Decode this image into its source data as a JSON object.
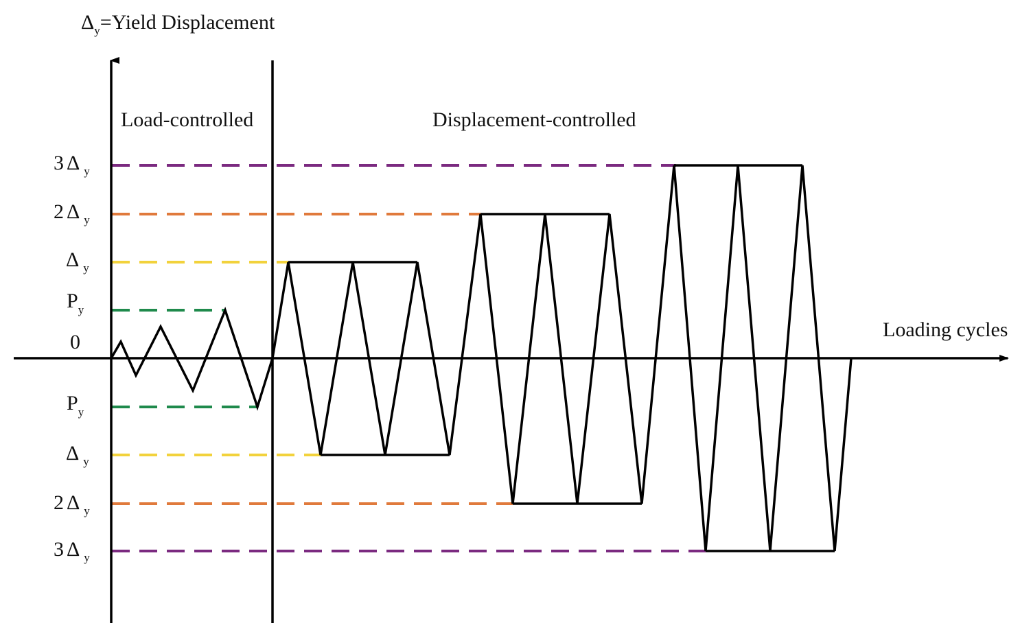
{
  "title": {
    "symbol": "Δ",
    "subscript": "y",
    "text": "=Yield Displacement"
  },
  "phases": {
    "load": "Load-controlled",
    "displacement": "Displacement-controlled"
  },
  "x_axis_label": "Loading cycles",
  "zero_label": "0",
  "y_labels": [
    {
      "key": "3dy_top",
      "prefix": "3",
      "symbol": "Δ",
      "subscript": "y",
      "level": 3,
      "color": "#7b2a80"
    },
    {
      "key": "2dy_top",
      "prefix": "2",
      "symbol": "Δ",
      "subscript": "y",
      "level": 2,
      "color": "#e07a3c"
    },
    {
      "key": "dy_top",
      "prefix": "",
      "symbol": "Δ",
      "subscript": "y",
      "level": 1,
      "color": "#f2d23c"
    },
    {
      "key": "py_top",
      "prefix": "",
      "symbol": "P",
      "subscript": "y",
      "level": 0.5,
      "color": "#1f8a4c"
    },
    {
      "key": "py_bot",
      "prefix": "",
      "symbol": "P",
      "subscript": "y",
      "level": -0.5,
      "color": "#1f8a4c"
    },
    {
      "key": "dy_bot",
      "prefix": "",
      "symbol": "Δ",
      "subscript": "y",
      "level": -1,
      "color": "#f2d23c"
    },
    {
      "key": "2dy_bot",
      "prefix": "2",
      "symbol": "Δ",
      "subscript": "y",
      "level": -2,
      "color": "#e07a3c"
    },
    {
      "key": "3dy_bot",
      "prefix": "3",
      "symbol": "Δ",
      "subscript": "y",
      "level": -3,
      "color": "#7b2a80"
    }
  ],
  "colors": {
    "axis": "#000000",
    "waveform": "#000000",
    "py": "#1f8a4c",
    "dy": "#f2d23c",
    "two_dy": "#e07a3c",
    "three_dy": "#7b2a80"
  }
}
